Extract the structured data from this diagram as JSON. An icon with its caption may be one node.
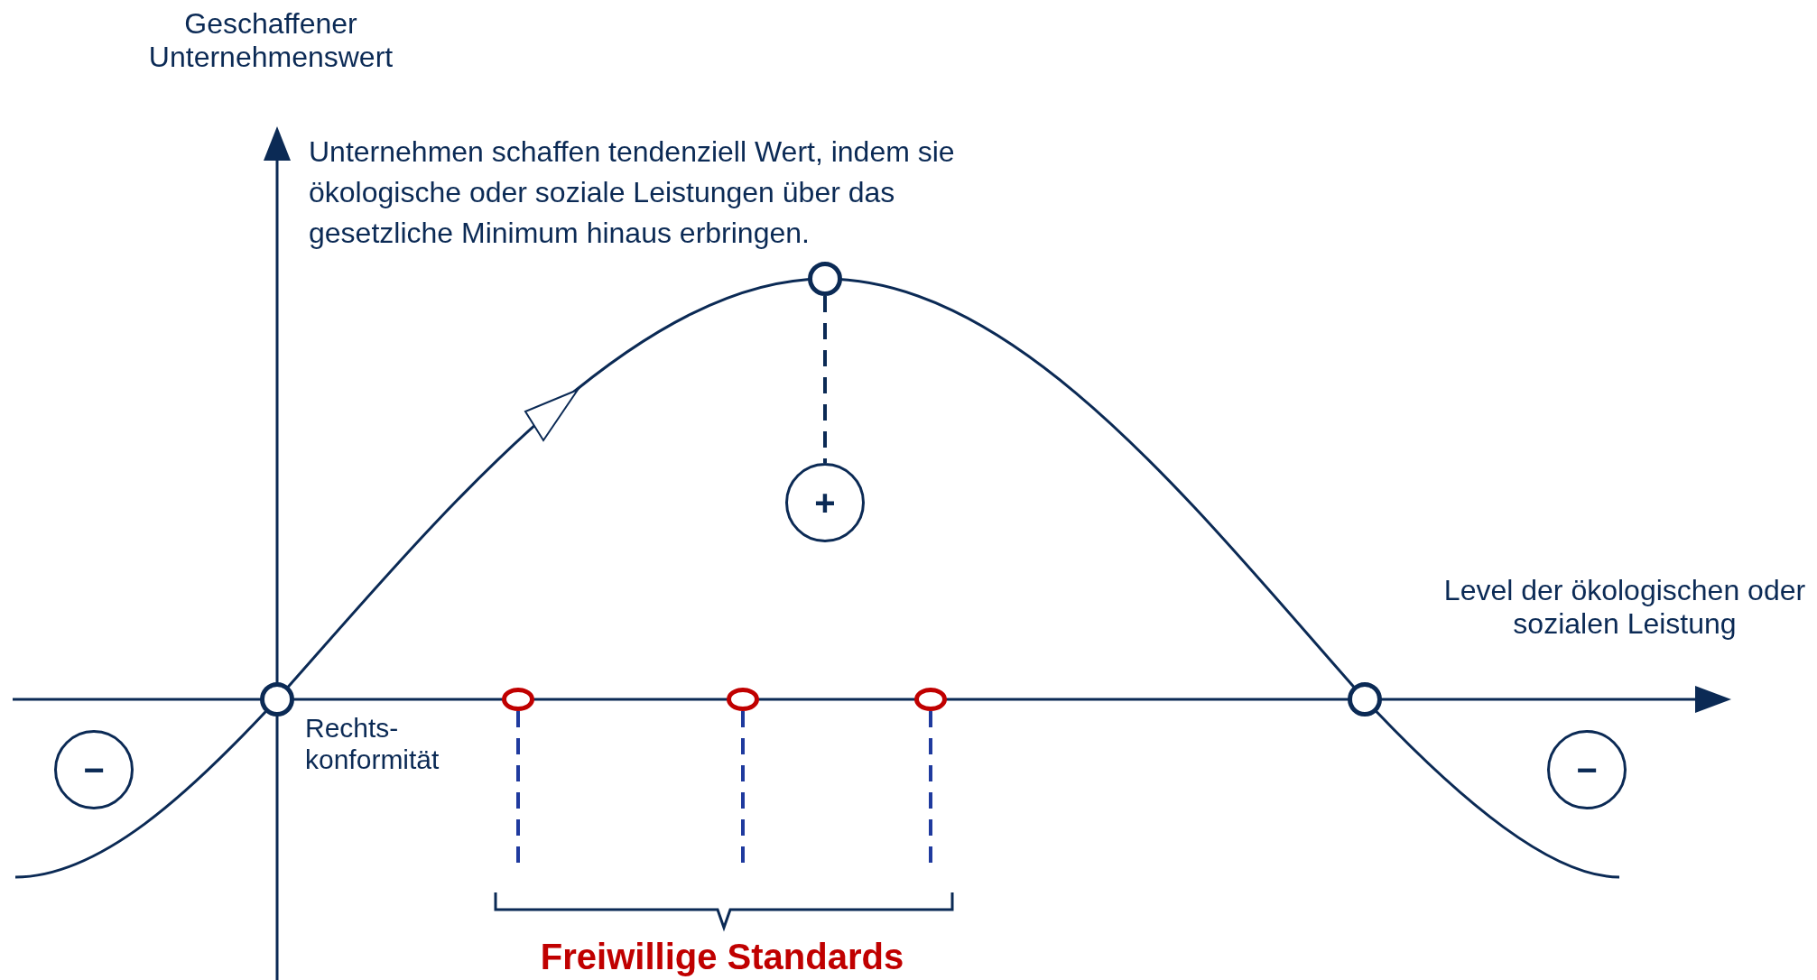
{
  "diagram": {
    "nodes": [
      {
        "text": [],
        "shape": "circle",
        "beside": [
          "Rechts- konformität"
        ]
      },
      {
        "text": [],
        "shape": "circle"
      },
      {
        "text": [
          "+"
        ]
      },
      {
        "text": [],
        "shape": "circle"
      },
      {
        "text": [],
        "shape": "circle"
      },
      {
        "text": [],
        "shape": "circle"
      },
      {
        "text": [],
        "shape": "circle"
      },
      {
        "text": [
          "−"
        ]
      },
      {
        "text": [
          "−"
        ]
      }
    ],
    "edges": [
      {
        "from": 1,
        "to": 2,
        "arrow": "none",
        "style": "dashed"
      },
      {
        "from": 3,
        "to": null,
        "arrow": "none",
        "style": "dashed",
        "color": "#1f3a9e"
      },
      {
        "from": 4,
        "to": null,
        "arrow": "none",
        "style": "dashed",
        "color": "#1f3a9e"
      },
      {
        "from": 5,
        "to": null,
        "arrow": "none",
        "style": "dashed",
        "color": "#1f3a9e"
      }
    ],
    "labels": [
      "Geschaffener Unternehmenswert",
      "Unternehmen schaffen tendenziell Wert, indem sie ökologische oder soziale Leistungen über das gesetzliche Minimum hinaus erbringen.",
      "Level der ökologischen oder sozialen Leistung",
      "Freiwillige Standards"
    ]
  }
}
